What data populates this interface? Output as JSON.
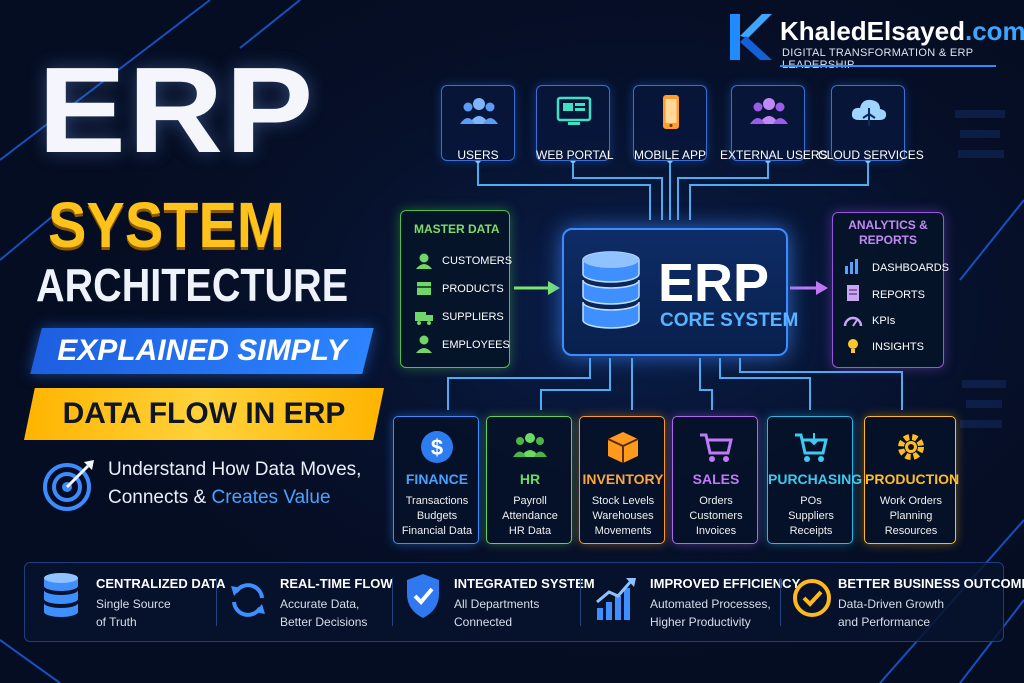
{
  "title": {
    "line1": "ERP",
    "line2": "SYSTEM",
    "line3": "ARCHITECTURE",
    "banner1": "EXPLAINED SIMPLY",
    "banner2": "DATA FLOW IN ERP",
    "tagline_a": "Understand How Data Moves,",
    "tagline_b": "Connects &",
    "tagline_c": "Creates Value"
  },
  "logo": {
    "name": "KhaledElsayed",
    "tld": ".com",
    "tagline": "DIGITAL TRANSFORMATION & ERP LEADERSHIP"
  },
  "top_nodes": [
    {
      "label": "USERS",
      "icon": "users-icon"
    },
    {
      "label": "WEB PORTAL",
      "icon": "web-portal-icon"
    },
    {
      "label": "MOBILE APP",
      "icon": "mobile-app-icon"
    },
    {
      "label": "EXTERNAL USERS",
      "icon": "external-users-icon"
    },
    {
      "label": "CLOUD SERVICES",
      "icon": "cloud-icon"
    }
  ],
  "master_data": {
    "title": "MASTER DATA",
    "items": [
      "CUSTOMERS",
      "PRODUCTS",
      "SUPPLIERS",
      "EMPLOYEES"
    ]
  },
  "core": {
    "title": "ERP",
    "subtitle": "CORE SYSTEM"
  },
  "analytics": {
    "title_a": "ANALYTICS &",
    "title_b": "REPORTS",
    "items": [
      "DASHBOARDS",
      "REPORTS",
      "KPIs",
      "INSIGHTS"
    ]
  },
  "modules": [
    {
      "title": "FINANCE",
      "lines": [
        "Transactions",
        "Budgets",
        "Financial Data"
      ],
      "color": "#3d8bff"
    },
    {
      "title": "HR",
      "lines": [
        "Payroll",
        "Attendance",
        "HR Data"
      ],
      "color": "#5fd05a"
    },
    {
      "title": "INVENTORY",
      "lines": [
        "Stock Levels",
        "Warehouses",
        "Movements"
      ],
      "color": "#ff9a1f"
    },
    {
      "title": "SALES",
      "lines": [
        "Orders",
        "Customers",
        "Invoices"
      ],
      "color": "#b067f0"
    },
    {
      "title": "PURCHASING",
      "lines": [
        "POs",
        "Suppliers",
        "Receipts"
      ],
      "color": "#27b8e6"
    },
    {
      "title": "PRODUCTION",
      "lines": [
        "Work Orders",
        "Planning",
        "Resources"
      ],
      "color": "#ffb91c"
    }
  ],
  "benefits": [
    {
      "title": "CENTRALIZED DATA",
      "line1": "Single Source",
      "line2": "of Truth"
    },
    {
      "title": "REAL-TIME FLOW",
      "line1": "Accurate Data,",
      "line2": "Better Decisions"
    },
    {
      "title": "INTEGRATED SYSTEM",
      "line1": "All Departments",
      "line2": "Connected"
    },
    {
      "title": "IMPROVED EFFICIENCY",
      "line1": "Automated Processes,",
      "line2": "Higher Productivity"
    },
    {
      "title": "BETTER BUSINESS OUTCOMES",
      "line1": "Data-Driven Growth",
      "line2": "and Performance"
    }
  ],
  "colors": {
    "background": "#050d22",
    "accent_blue": "#3d8bff",
    "accent_yellow": "#ffc21a",
    "master_green": "#4cc24c",
    "analytics_purple": "#9a55e0"
  }
}
